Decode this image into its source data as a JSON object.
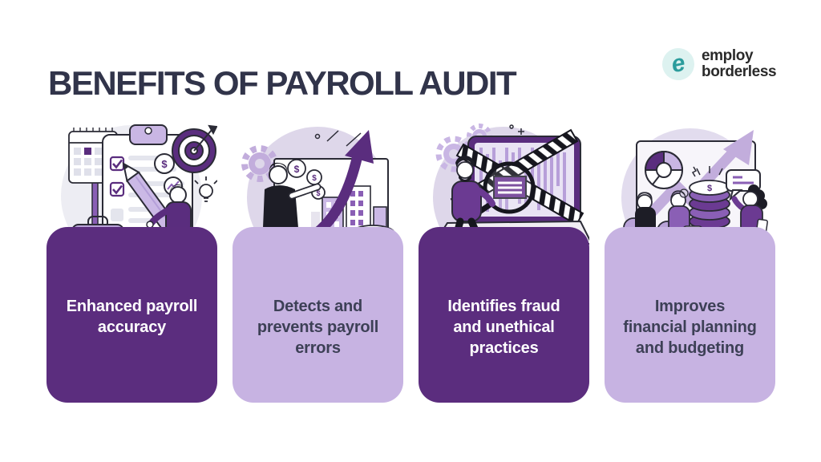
{
  "header": {
    "title": "BENEFITS OF PAYROLL AUDIT"
  },
  "logo": {
    "mark_letter": "e",
    "line1": "employ",
    "line2": "borderless"
  },
  "icons": {
    "coin_symbol": "$"
  },
  "colors": {
    "page_background": "#ffffff",
    "title_text": "#31344a",
    "card_dark": "#5b2d7e",
    "card_light": "#c7b3e2",
    "card_dark_text": "#ffffff",
    "card_light_text": "#3d4056",
    "accent_purple": "#5a2d7e",
    "mid_purple": "#8a5fb5",
    "light_purple": "#c9b6e4",
    "circle_gray": "#ededf3",
    "circle_lavender": "#ded7ea",
    "logo_teal": "#2b9c9c",
    "logo_circle_bg": "#ddf2f0"
  },
  "cards": [
    {
      "label": "Enhanced payroll accuracy",
      "lines": [
        "Enhanced payroll",
        "accuracy"
      ],
      "variant": "dark",
      "illustration": "checklist-calendar-target-pencil-person"
    },
    {
      "label": "Detects and prevents payroll errors",
      "lines": [
        "Detects and",
        "prevents payroll",
        "errors"
      ],
      "variant": "light",
      "illustration": "growth-arrow-chart-coins-person"
    },
    {
      "label": "Identifies fraud and unethical practices",
      "lines": [
        "Identifies fraud",
        "and unethical",
        "practices"
      ],
      "variant": "dark",
      "illustration": "laptop-caution-tape-magnifier-person"
    },
    {
      "label": "Improves financial planning and budgeting",
      "lines": [
        "Improves",
        "financial planning",
        "and budgeting"
      ],
      "variant": "light",
      "illustration": "presentation-chart-coins-meeting"
    }
  ]
}
